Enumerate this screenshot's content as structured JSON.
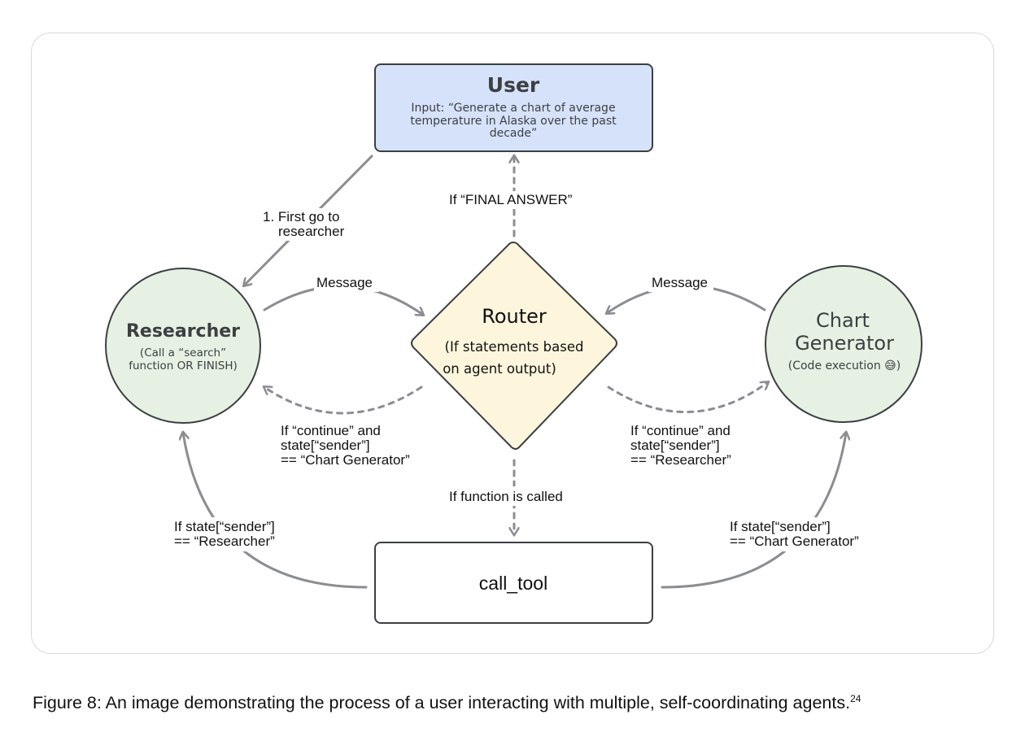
{
  "nodes": {
    "user": {
      "title": "User",
      "input_line1": "Input: “Generate a chart of average",
      "input_line2": "temperature in Alaska over the past",
      "input_line3": "decade”",
      "fill": "#d6e2fa"
    },
    "router": {
      "title": "Router",
      "line1": "(If statements based",
      "line2": "on agent output)",
      "fill": "#fdf6dd"
    },
    "researcher": {
      "title": "Researcher",
      "line1": "(Call a “search”",
      "line2": "function OR FINISH)",
      "fill": "#e6f1e3"
    },
    "chart_generator": {
      "title_line1": "Chart",
      "title_line2": "Generator",
      "line1": "(Code execution 😅)",
      "fill": "#e6f1e3"
    },
    "call_tool": {
      "title": "call_tool"
    }
  },
  "edges": {
    "first_go_line1": "1. First go to",
    "first_go_line2": "researcher",
    "final_answer": "If “FINAL ANSWER”",
    "message_left": "Message",
    "message_right": "Message",
    "continue_left_line1": "If “continue” and",
    "continue_left_line2": "state[“sender”]",
    "continue_left_line3": "== “Chart Generator”",
    "continue_right_line1": "If “continue” and",
    "continue_right_line2": "state[“sender”]",
    "continue_right_line3": "== “Researcher”",
    "function_called": "If function is called",
    "sender_left_line1": "If state[“sender”]",
    "sender_left_line2": "== “Researcher”",
    "sender_right_line1": "If state[“sender”]",
    "sender_right_line2": "== “Chart Generator”"
  },
  "caption": {
    "text": "Figure 8: An image demonstrating the process of a user interacting with multiple, self-coordinating agents.",
    "footnote": "24"
  },
  "colors": {
    "arrow": "#8a8d91",
    "node_border": "#3c3f43",
    "panel_border": "#d9d9d9"
  }
}
